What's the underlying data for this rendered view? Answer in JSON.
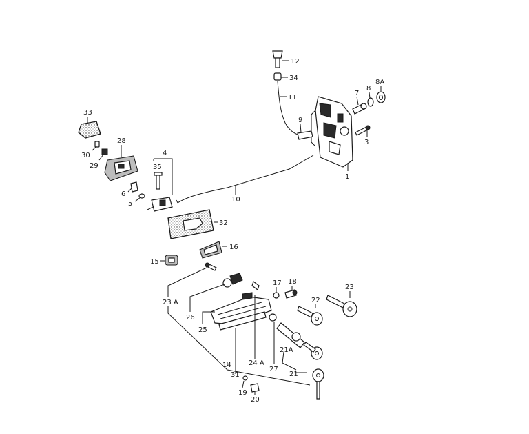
{
  "callouts": [
    {
      "id": "12",
      "text": "12"
    },
    {
      "id": "34",
      "text": "34"
    },
    {
      "id": "11",
      "text": "11"
    },
    {
      "id": "7",
      "text": "7"
    },
    {
      "id": "8",
      "text": "8"
    },
    {
      "id": "8A",
      "text": "8A"
    },
    {
      "id": "9",
      "text": "9"
    },
    {
      "id": "3",
      "text": "3"
    },
    {
      "id": "1",
      "text": "1"
    },
    {
      "id": "33",
      "text": "33"
    },
    {
      "id": "28",
      "text": "28"
    },
    {
      "id": "30",
      "text": "30"
    },
    {
      "id": "29",
      "text": "29"
    },
    {
      "id": "4",
      "text": "4"
    },
    {
      "id": "35",
      "text": "35"
    },
    {
      "id": "6",
      "text": "6"
    },
    {
      "id": "5",
      "text": "5"
    },
    {
      "id": "10",
      "text": "10"
    },
    {
      "id": "32",
      "text": "32"
    },
    {
      "id": "16",
      "text": "16"
    },
    {
      "id": "15",
      "text": "15"
    },
    {
      "id": "23A",
      "text": "23 A"
    },
    {
      "id": "17",
      "text": "17"
    },
    {
      "id": "18",
      "text": "18"
    },
    {
      "id": "23",
      "text": "23"
    },
    {
      "id": "22",
      "text": "22"
    },
    {
      "id": "26",
      "text": "26"
    },
    {
      "id": "25",
      "text": "25"
    },
    {
      "id": "24A",
      "text": "24 A"
    },
    {
      "id": "14",
      "text": "14"
    },
    {
      "id": "31",
      "text": "31"
    },
    {
      "id": "27",
      "text": "27"
    },
    {
      "id": "21A",
      "text": "21A"
    },
    {
      "id": "21",
      "text": "21"
    },
    {
      "id": "19",
      "text": "19"
    },
    {
      "id": "20",
      "text": "20"
    }
  ]
}
